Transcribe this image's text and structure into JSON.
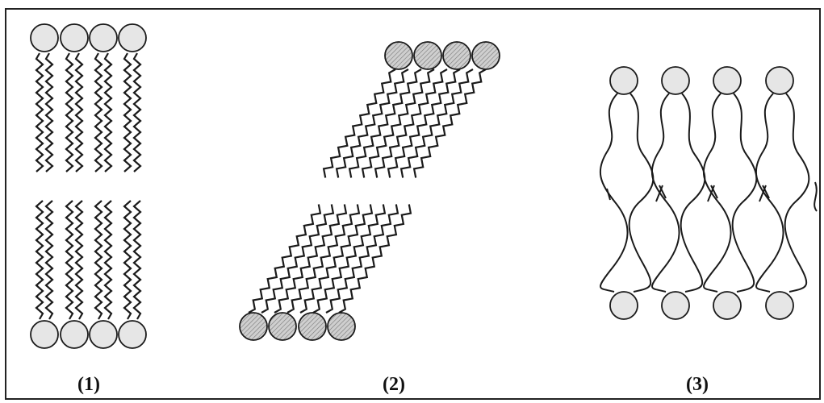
{
  "labels": {
    "panel1": "(1)",
    "panel2": "(2)",
    "panel3": "(3)"
  },
  "colors": {
    "frame": "#222222",
    "line": "#1a1a1a",
    "head_plain": "#e6e6e6",
    "head_hatched": "#c8c8c8"
  },
  "icons": {
    "panel1": "lipid-bilayer-icon",
    "panel2": "tilted-lipid-bilayer-icon",
    "panel3": "interdigitated-bilayer-icon"
  }
}
